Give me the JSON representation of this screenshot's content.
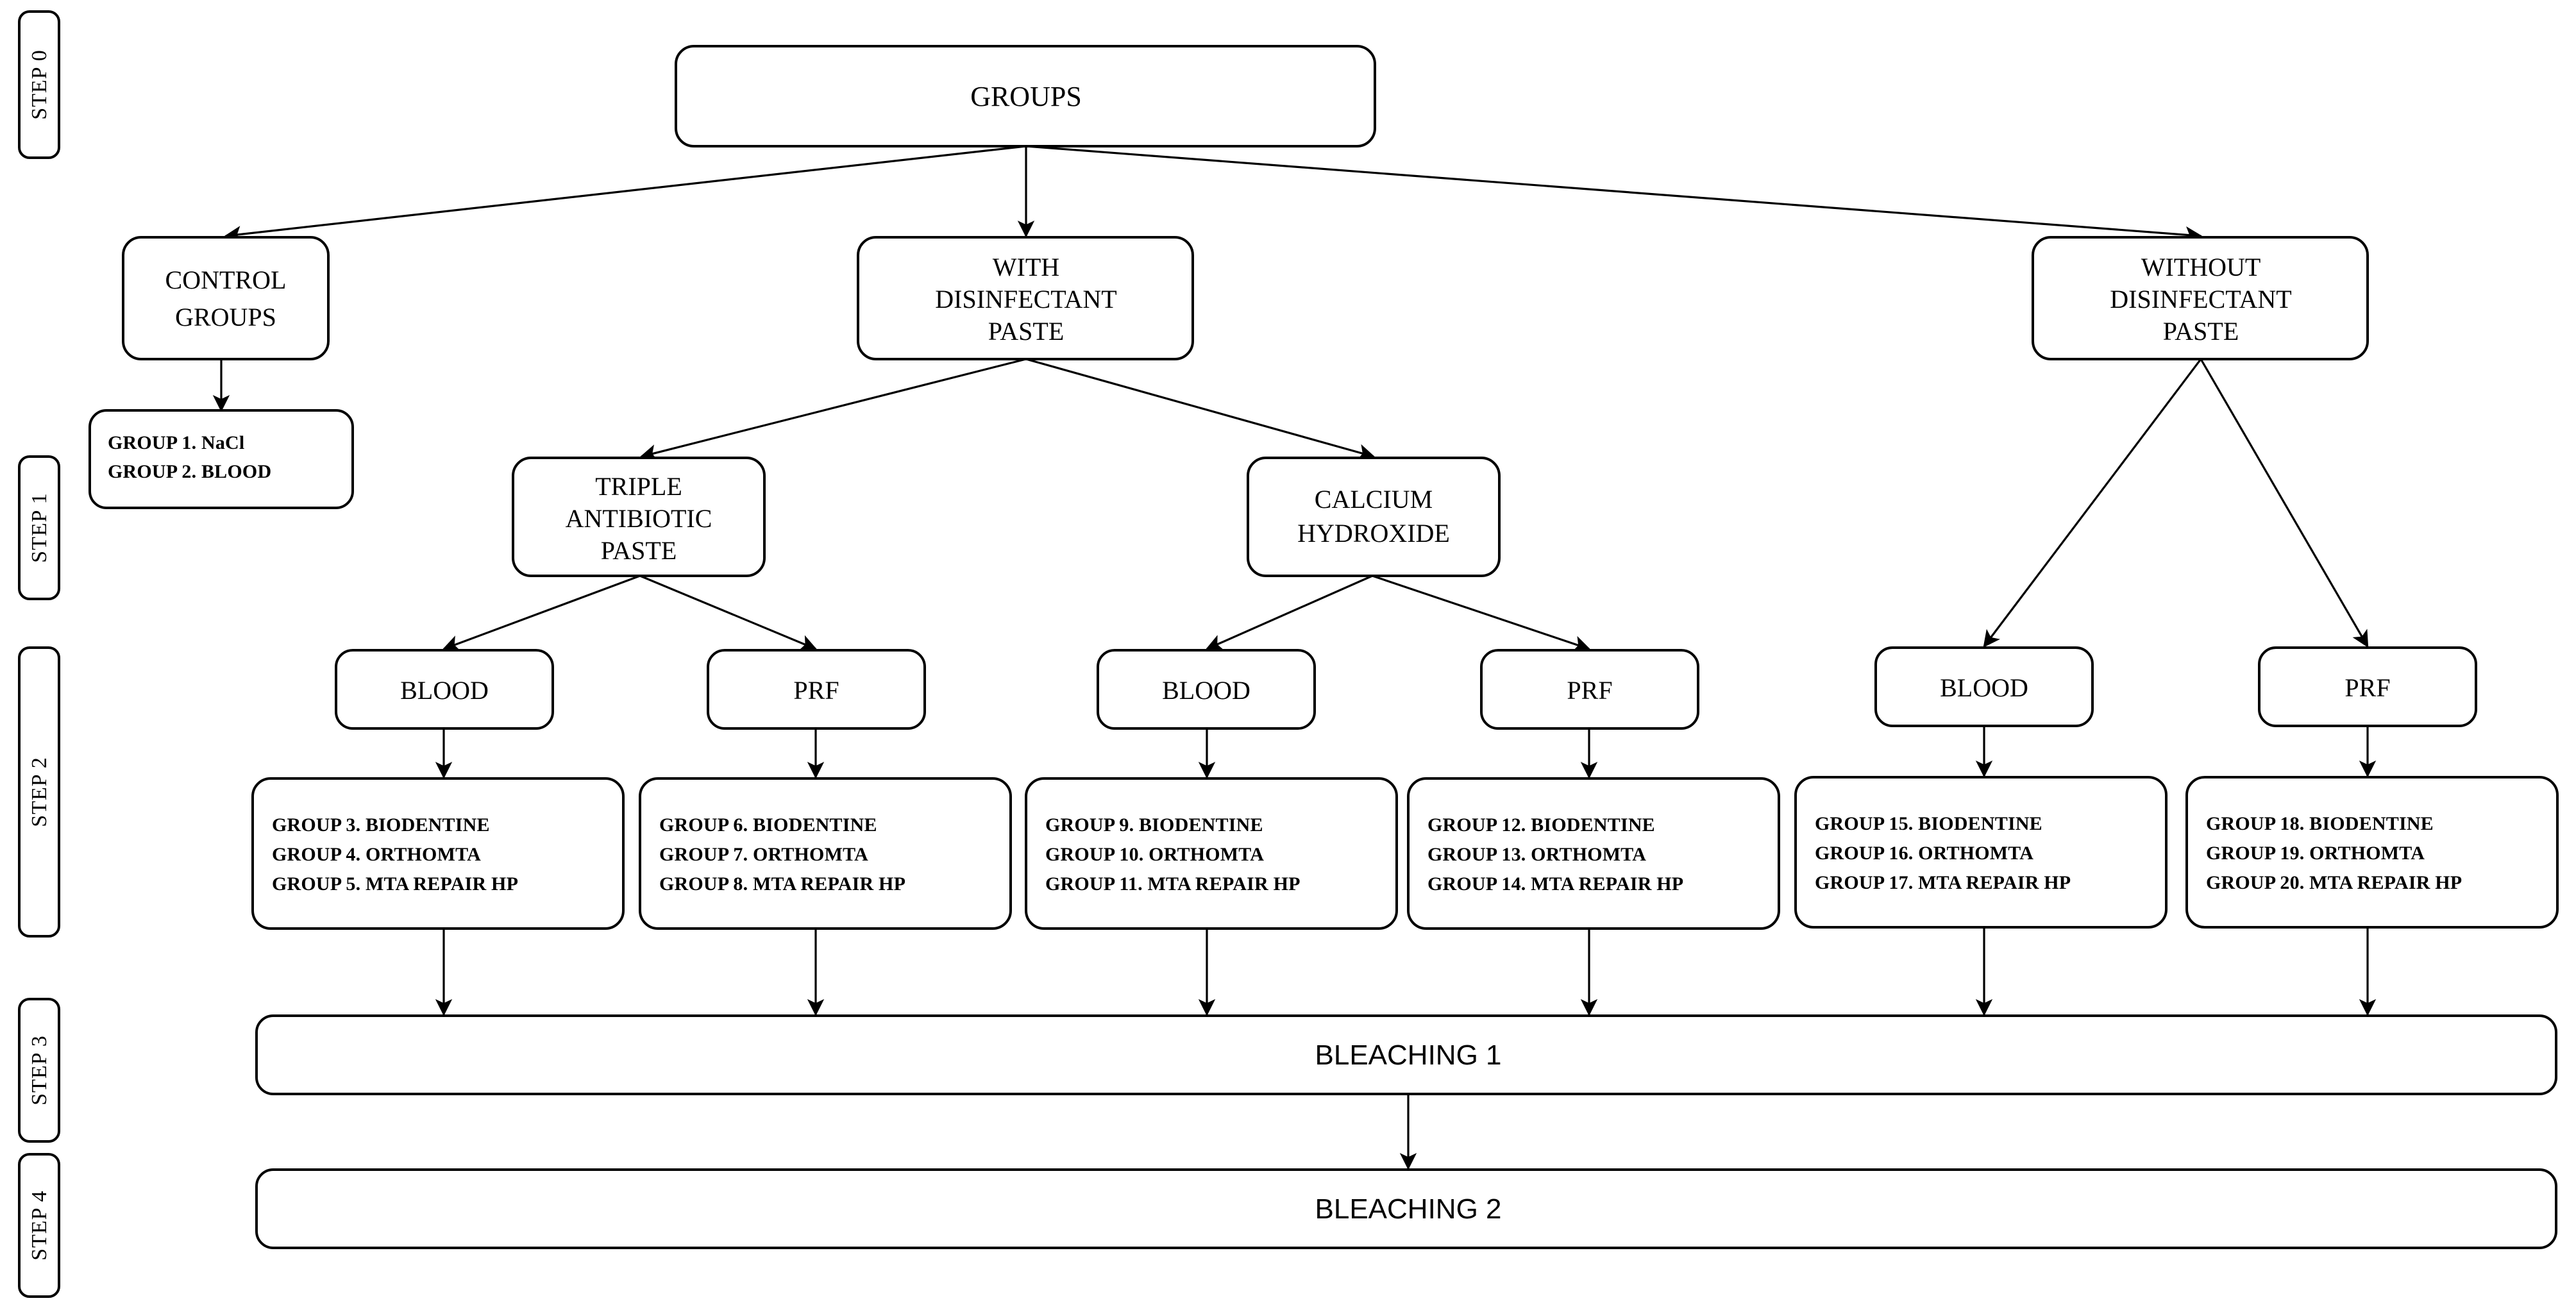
{
  "diagram": {
    "title_node": {
      "label": "GROUPS"
    },
    "step_labels": [
      {
        "id": "step0",
        "label": "STEP 0"
      },
      {
        "id": "step1",
        "label": "STEP 1"
      },
      {
        "id": "step2",
        "label": "STEP 2"
      },
      {
        "id": "step3",
        "label": "STEP 3"
      },
      {
        "id": "step4",
        "label": "STEP 4"
      }
    ],
    "level1": [
      {
        "id": "control-groups",
        "lines": [
          "CONTROL",
          "GROUPS"
        ]
      },
      {
        "id": "with-disinfectant-paste",
        "lines": [
          "WITH",
          "DISINFECTANT",
          "PASTE"
        ]
      },
      {
        "id": "without-disinfectant-paste",
        "lines": [
          "WITHOUT",
          "DISINFECTANT",
          "PASTE"
        ]
      }
    ],
    "level2": [
      {
        "id": "triple-antibiotic-paste",
        "lines": [
          "TRIPLE",
          "ANTIBIOTIC",
          "PASTE"
        ]
      },
      {
        "id": "calcium-hydroxide",
        "lines": [
          "CALCIUM",
          "HYDROXIDE"
        ]
      }
    ],
    "level3": [
      {
        "id": "blood-tap",
        "label": "BLOOD"
      },
      {
        "id": "prf-tap",
        "label": "PRF"
      },
      {
        "id": "blood-ch",
        "label": "BLOOD"
      },
      {
        "id": "prf-ch",
        "label": "PRF"
      },
      {
        "id": "blood-none",
        "label": "BLOOD"
      },
      {
        "id": "prf-none",
        "label": "PRF"
      }
    ],
    "control_group_box": {
      "id": "control-group-list",
      "lines": [
        "GROUP 1. NaCl",
        "GROUP 2. BLOOD"
      ]
    },
    "group_boxes": [
      {
        "id": "groups-3-5",
        "lines": [
          "GROUP 3. BIODENTINE",
          "GROUP 4. ORTHOMTA",
          "GROUP 5. MTA REPAIR HP"
        ]
      },
      {
        "id": "groups-6-8",
        "lines": [
          "GROUP 6. BIODENTINE",
          "GROUP 7. ORTHOMTA",
          "GROUP 8. MTA REPAIR HP"
        ]
      },
      {
        "id": "groups-9-11",
        "lines": [
          "GROUP 9. BIODENTINE",
          "GROUP 10. ORTHOMTA",
          "GROUP 11. MTA REPAIR HP"
        ]
      },
      {
        "id": "groups-12-14",
        "lines": [
          "GROUP 12. BIODENTINE",
          "GROUP 13. ORTHOMTA",
          "GROUP 14. MTA REPAIR HP"
        ]
      },
      {
        "id": "groups-15-17",
        "lines": [
          "GROUP 15. BIODENTINE",
          "GROUP 16. ORTHOMTA",
          "GROUP 17. MTA REPAIR  HP"
        ]
      },
      {
        "id": "groups-18-20",
        "lines": [
          "GROUP 18. BIODENTINE",
          "GROUP 19. ORTHOMTA",
          "GROUP 20. MTA REPAIR HP"
        ]
      }
    ],
    "bleaching": [
      {
        "id": "bleaching-1",
        "label": "BLEACHING 1"
      },
      {
        "id": "bleaching-2",
        "label": "BLEACHING 2"
      }
    ],
    "colors": {
      "stroke": "#000000",
      "fill": "#ffffff",
      "text": "#000000"
    }
  }
}
